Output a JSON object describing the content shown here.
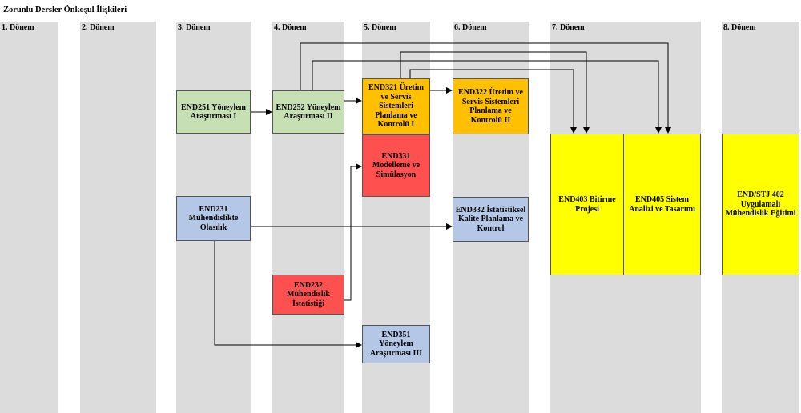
{
  "title": "Zorunlu Dersler Önkoşul İlişkileri",
  "semesters": [
    "1. Dönem",
    "2. Dönem",
    "3. Dönem",
    "4. Dönem",
    "5. Dönem",
    "6. Dönem",
    "7. Dönem",
    "8. Dönem"
  ],
  "courses": {
    "end251": "END251 Yöneylem Araştırması I",
    "end252": "END252 Yöneylem Araştırması II",
    "end321": "END321 Üretim ve Servis Sistemleri Planlama ve Kontrolü I",
    "end322": "END322 Üretim ve Servis Sistemleri Planlama ve Kontrolü II",
    "end331": "END331 Modelleme ve Simülasyon",
    "end231": "END231 Mühendislikte Olasılık",
    "end332": "END332 İstatistiksel Kalite Planlama ve Kontrol",
    "end232": "END232 Mühendislik İstatistiği",
    "end351": "END351 Yöneylem Araştırması III",
    "end403": "END403 Bitirme Projesi",
    "end405": "END405 Sistem Analizi ve Tasarımı",
    "stj402": "END/STJ 402 Uygulamalı Mühendislik Eğitimi"
  },
  "colors": {
    "column": "#dcdcdc",
    "green": "#c6dfb3",
    "orange": "#ffc000",
    "red": "#ff5050",
    "blue": "#b4c7e7",
    "yellow": "#ffff00"
  }
}
